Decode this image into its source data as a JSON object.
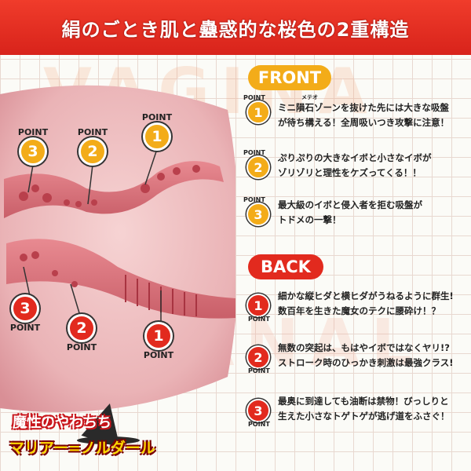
{
  "title": "絹のごとき肌と蠱惑的な桜色の2重構造",
  "background_words": {
    "top": "VAGINA",
    "bottom": "ANAL"
  },
  "marker_word": "POINT",
  "illustration_markers": {
    "top": [
      {
        "number": "3",
        "color": "yellow"
      },
      {
        "number": "2",
        "color": "yellow"
      },
      {
        "number": "1",
        "color": "yellow"
      }
    ],
    "bottom": [
      {
        "number": "3",
        "color": "red"
      },
      {
        "number": "2",
        "color": "red"
      },
      {
        "number": "1",
        "color": "red"
      }
    ]
  },
  "front": {
    "label": "FRONT",
    "items": [
      {
        "number": "1",
        "ruby": "メテオ",
        "lines": [
          "ミニ隕石ゾーンを抜けた先には大きな吸盤",
          "が待ち構える！全周吸いつき攻撃に注意！"
        ]
      },
      {
        "number": "2",
        "lines": [
          "ぷりぷりの大きなイボと小さなイボが",
          "ゾリゾリと理性をケズってくる！！"
        ]
      },
      {
        "number": "3",
        "lines": [
          "最大級のイボと侵入者を拒む吸盤が",
          "トドメの一撃！"
        ]
      }
    ]
  },
  "back": {
    "label": "BACK",
    "items": [
      {
        "number": "1",
        "lines": [
          "細かな縦ヒダと横ヒダがうねるように群生!",
          "数百年を生きた魔女のテクに腰砕け！？"
        ]
      },
      {
        "number": "2",
        "lines": [
          "無数の突起は、もはやイボではなくヤリ!?",
          "ストローク時のひっかき刺激は最強クラス!"
        ]
      },
      {
        "number": "3",
        "lines": [
          "最奥に到達しても油断は禁物！びっしりと",
          "生えた小さなトゲトゲが逃げ道をふさぐ！"
        ]
      }
    ]
  },
  "logo": {
    "line1": "魔性のやわちち",
    "line2": "マリアー=ノルダール"
  },
  "colors": {
    "title_red": "#e22a1e",
    "front_yellow": "#f3ac19",
    "back_red": "#e22a1e",
    "flesh_pink": "#e9a7ac"
  }
}
